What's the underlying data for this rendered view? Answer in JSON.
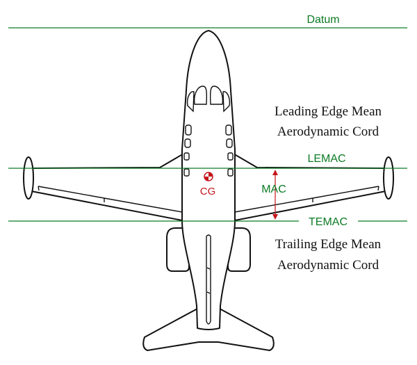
{
  "labels": {
    "datum": "Datum",
    "lemac": "LEMAC",
    "temac": "TEMAC",
    "mac": "MAC",
    "cg": "CG",
    "leading_line1": "Leading Edge Mean",
    "leading_line2": "Aerodynamic Cord",
    "trailing_line1": "Trailing Edge Mean",
    "trailing_line2": "Aerodynamic Cord"
  },
  "colors": {
    "reference_lines": "#0b7a23",
    "cg_and_mac_arrow": "#c4161c",
    "aircraft_outline": "#111111"
  }
}
